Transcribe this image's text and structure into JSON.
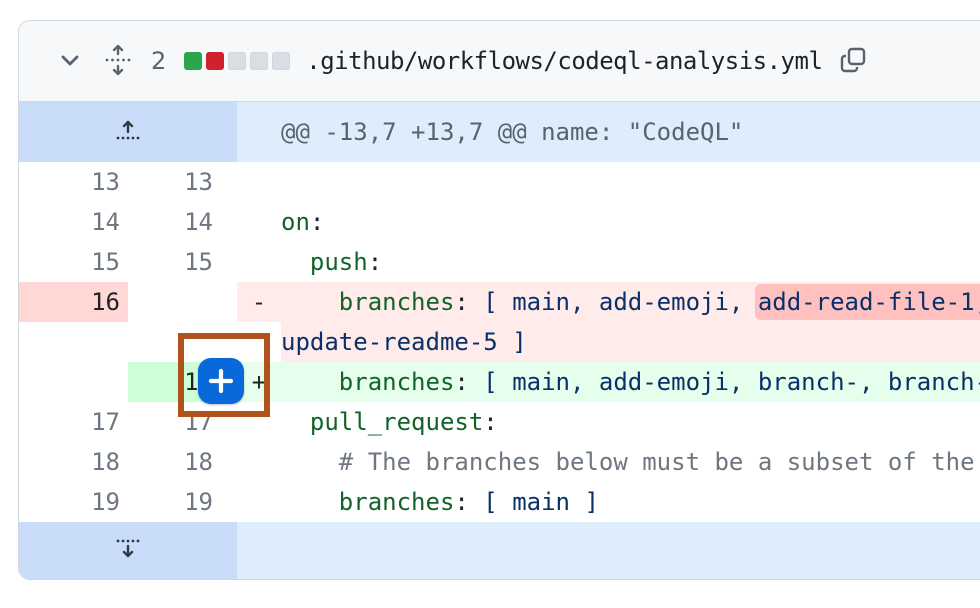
{
  "header": {
    "changes_count": "2",
    "filename": ".github/workflows/codeql-analysis.yml",
    "collapse_icon": "chevron-down-icon",
    "expand_all_icon": "unfold-icon",
    "copy_icon": "copy-icon",
    "diffstat_squares": [
      "addition",
      "deletion",
      "neutral",
      "neutral",
      "neutral"
    ]
  },
  "colors": {
    "addition_square": "#2da44e",
    "deletion_square": "#cf222e",
    "neutral_square": "#d8dee4",
    "accent_blue": "#0969da",
    "annotation_orange": "#b0531a",
    "deletion_line_bg": "#ffebe9",
    "deletion_num_bg": "#ffd7d5",
    "deletion_word_bg": "#ffc1bf",
    "addition_line_bg": "#e6ffec",
    "addition_num_bg": "#ccffd8",
    "hunk_line_bg": "#ddedfc",
    "hunk_num_bg": "#c9dcf9"
  },
  "hunk": {
    "header_text": "@@ -13,7 +13,7 @@ name: \"CodeQL\""
  },
  "diff_rows": [
    {
      "type": "context",
      "old": "13",
      "new": "13",
      "marker": "",
      "lines": [
        []
      ]
    },
    {
      "type": "context",
      "old": "14",
      "new": "14",
      "marker": "",
      "lines": [
        [
          {
            "t": "on",
            "c": "key"
          },
          {
            "t": ":",
            "c": "plain"
          }
        ]
      ]
    },
    {
      "type": "context",
      "old": "15",
      "new": "15",
      "marker": "",
      "lines": [
        [
          {
            "t": "  ",
            "c": "plain"
          },
          {
            "t": "push",
            "c": "key"
          },
          {
            "t": ":",
            "c": "plain"
          }
        ]
      ]
    },
    {
      "type": "removed",
      "old": "16",
      "new": "",
      "marker": "-",
      "lines": [
        [
          {
            "t": "    ",
            "c": "plain"
          },
          {
            "t": "branches",
            "c": "key"
          },
          {
            "t": ":",
            "c": "plain"
          },
          {
            "t": " [ main, add-emoji, ",
            "c": "value"
          },
          {
            "t": "add-read-file-1,",
            "c": "value",
            "hl": true
          }
        ],
        [
          {
            "t": "update-readme-5 ]",
            "c": "value"
          }
        ]
      ]
    },
    {
      "type": "added",
      "old": "",
      "new": "16",
      "marker": "+",
      "lines": [
        [
          {
            "t": "    ",
            "c": "plain"
          },
          {
            "t": "branches",
            "c": "key"
          },
          {
            "t": ":",
            "c": "plain"
          },
          {
            "t": " [ main, add-emoji, branch-, branch-",
            "c": "value"
          }
        ]
      ]
    },
    {
      "type": "context",
      "old": "17",
      "new": "17",
      "marker": "",
      "lines": [
        [
          {
            "t": "  ",
            "c": "plain"
          },
          {
            "t": "pull_request",
            "c": "key"
          },
          {
            "t": ":",
            "c": "plain"
          }
        ]
      ]
    },
    {
      "type": "context",
      "old": "18",
      "new": "18",
      "marker": "",
      "lines": [
        [
          {
            "t": "    ",
            "c": "plain"
          },
          {
            "t": "# The branches below must be a subset of the",
            "c": "comment"
          }
        ]
      ]
    },
    {
      "type": "context",
      "old": "19",
      "new": "19",
      "marker": "",
      "lines": [
        [
          {
            "t": "    ",
            "c": "plain"
          },
          {
            "t": "branches",
            "c": "key"
          },
          {
            "t": ":",
            "c": "plain"
          },
          {
            "t": " [ main ]",
            "c": "value"
          }
        ]
      ]
    }
  ],
  "add_comment_button": {
    "label": "+"
  }
}
